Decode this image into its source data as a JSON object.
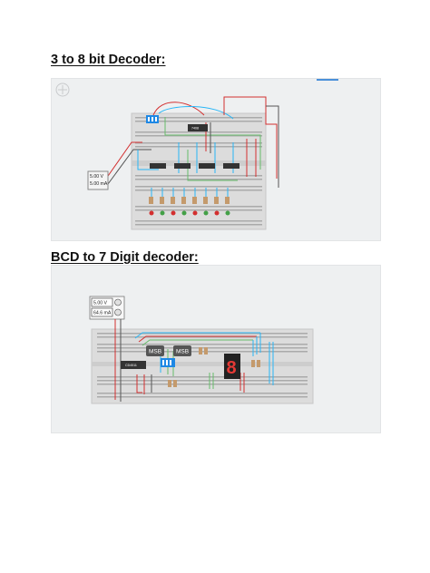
{
  "sections": [
    {
      "title": "3 to 8 bit Decoder:",
      "meter": {
        "voltage": "5.00 V",
        "current": "5.00 mA"
      },
      "chip_label": "7408"
    },
    {
      "title": "BCD to 7 Digit decoder:",
      "meter": {
        "voltage": "5.00 V",
        "current": "64.6 mA"
      },
      "chip_label": "CD4511",
      "input_labels": [
        "MSB",
        "MSB"
      ],
      "display_digit": "8"
    }
  ],
  "colors": {
    "breadboard": "#dcdcdc",
    "panel": "#eef0f1",
    "led_red": "#d32f2f",
    "led_green": "#43a047",
    "wire_blue": "#29b6f6",
    "wire_green": "#66bb6a"
  }
}
